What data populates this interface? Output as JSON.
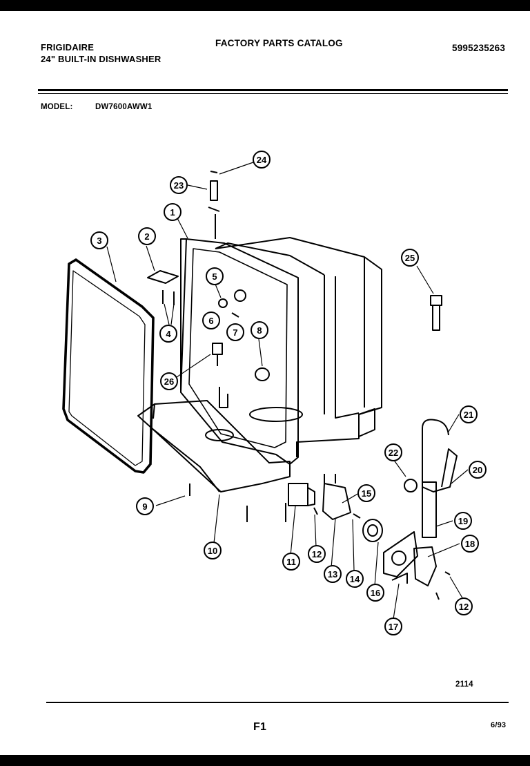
{
  "header": {
    "brand": "FRIGIDAIRE",
    "product": "24\" BUILT-IN DISHWASHER",
    "catalog_title": "FACTORY PARTS CATALOG",
    "catalog_number": "5995235263"
  },
  "model": {
    "label": "MODEL:",
    "value": "DW7600AWW1"
  },
  "callouts": [
    "24",
    "23",
    "1",
    "2",
    "3",
    "25",
    "5",
    "6",
    "7",
    "8",
    "4",
    "26",
    "21",
    "22",
    "20",
    "15",
    "9",
    "19",
    "18",
    "10",
    "11",
    "12",
    "13",
    "14",
    "16",
    "12",
    "17"
  ],
  "footer": {
    "drawing_code": "2114",
    "page": "F1",
    "date": "6/93"
  }
}
